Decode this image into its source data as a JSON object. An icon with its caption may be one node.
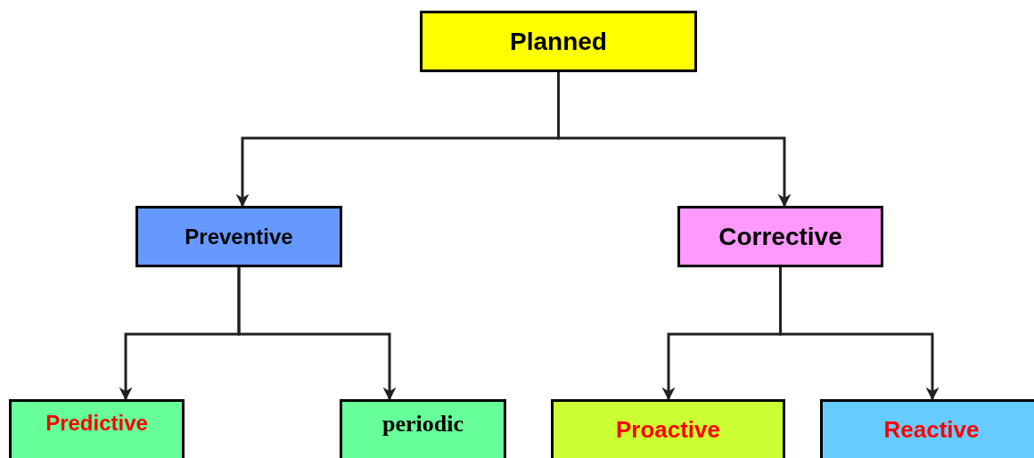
{
  "diagram": {
    "nodes": [
      {
        "text": [
          "Planned"
        ]
      },
      {
        "text": [
          "Preventive"
        ]
      },
      {
        "text": [
          "Corrective"
        ]
      },
      {
        "text": [
          "Predictive"
        ]
      },
      {
        "text": [
          "periodic"
        ]
      },
      {
        "text": [
          "Proactive"
        ]
      },
      {
        "text": [
          "Reactive"
        ]
      }
    ],
    "edges": [
      {
        "from": 0,
        "to": 1,
        "arrow": "to"
      },
      {
        "from": 0,
        "to": 2,
        "arrow": "to"
      },
      {
        "from": 1,
        "to": 3,
        "arrow": "to"
      },
      {
        "from": 1,
        "to": 4,
        "arrow": "to"
      },
      {
        "from": 2,
        "to": 5,
        "arrow": "to"
      },
      {
        "from": 2,
        "to": 6,
        "arrow": "to"
      }
    ]
  }
}
